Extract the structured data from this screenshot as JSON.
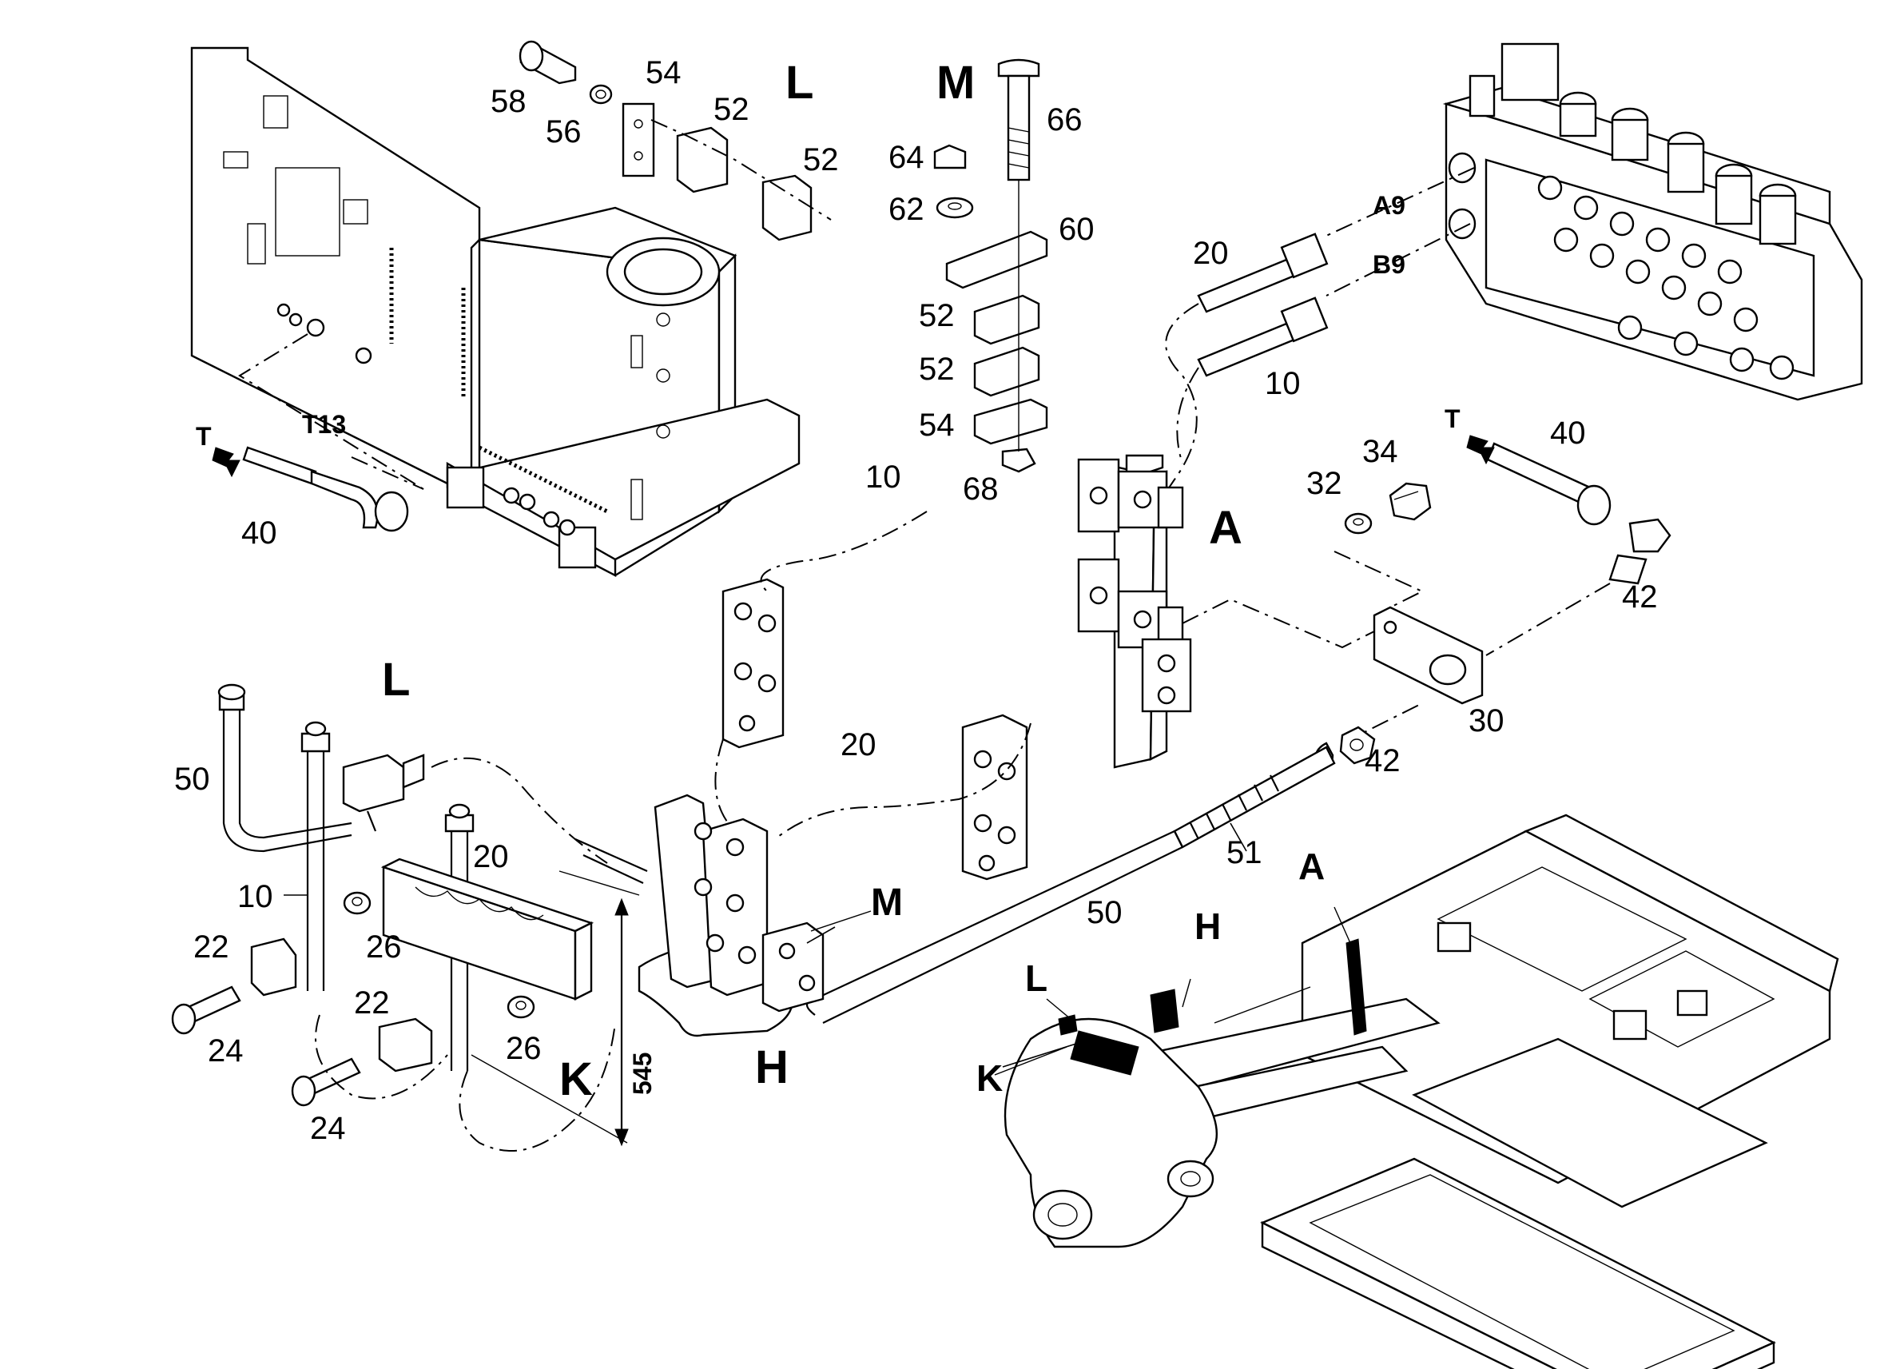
{
  "letters": {
    "L_top": "L",
    "M_top": "M",
    "A_right": "A",
    "L_left": "L",
    "M_mid": "M",
    "H_mid": "H",
    "K_left": "K",
    "A_machine": "A",
    "H_machine": "H",
    "L_machine": "L",
    "K_machine": "K"
  },
  "port_labels": {
    "a9": "A9",
    "b9": "B9",
    "t13": "T13",
    "t_left": "T",
    "t_right": "T"
  },
  "dimension": {
    "value": "545"
  },
  "callouts": {
    "c58": "58",
    "c56": "56",
    "c54a": "54",
    "c52a": "52",
    "c52b": "52",
    "c64": "64",
    "c62": "62",
    "c66": "66",
    "c60": "60",
    "c52c": "52",
    "c52d": "52",
    "c54b": "54",
    "c68": "68",
    "c20a": "20",
    "c10a": "10",
    "c40a": "40",
    "c10b": "10",
    "c34": "34",
    "c32": "32",
    "c40b": "40",
    "c42a": "42",
    "c30": "30",
    "c42b": "42",
    "c20b": "20",
    "c51": "51",
    "c50a": "50",
    "c50b": "50",
    "c10c": "10",
    "c20c": "20",
    "c22a": "22",
    "c26a": "26",
    "c24a": "24",
    "c22b": "22",
    "c26b": "26",
    "c24b": "24"
  }
}
